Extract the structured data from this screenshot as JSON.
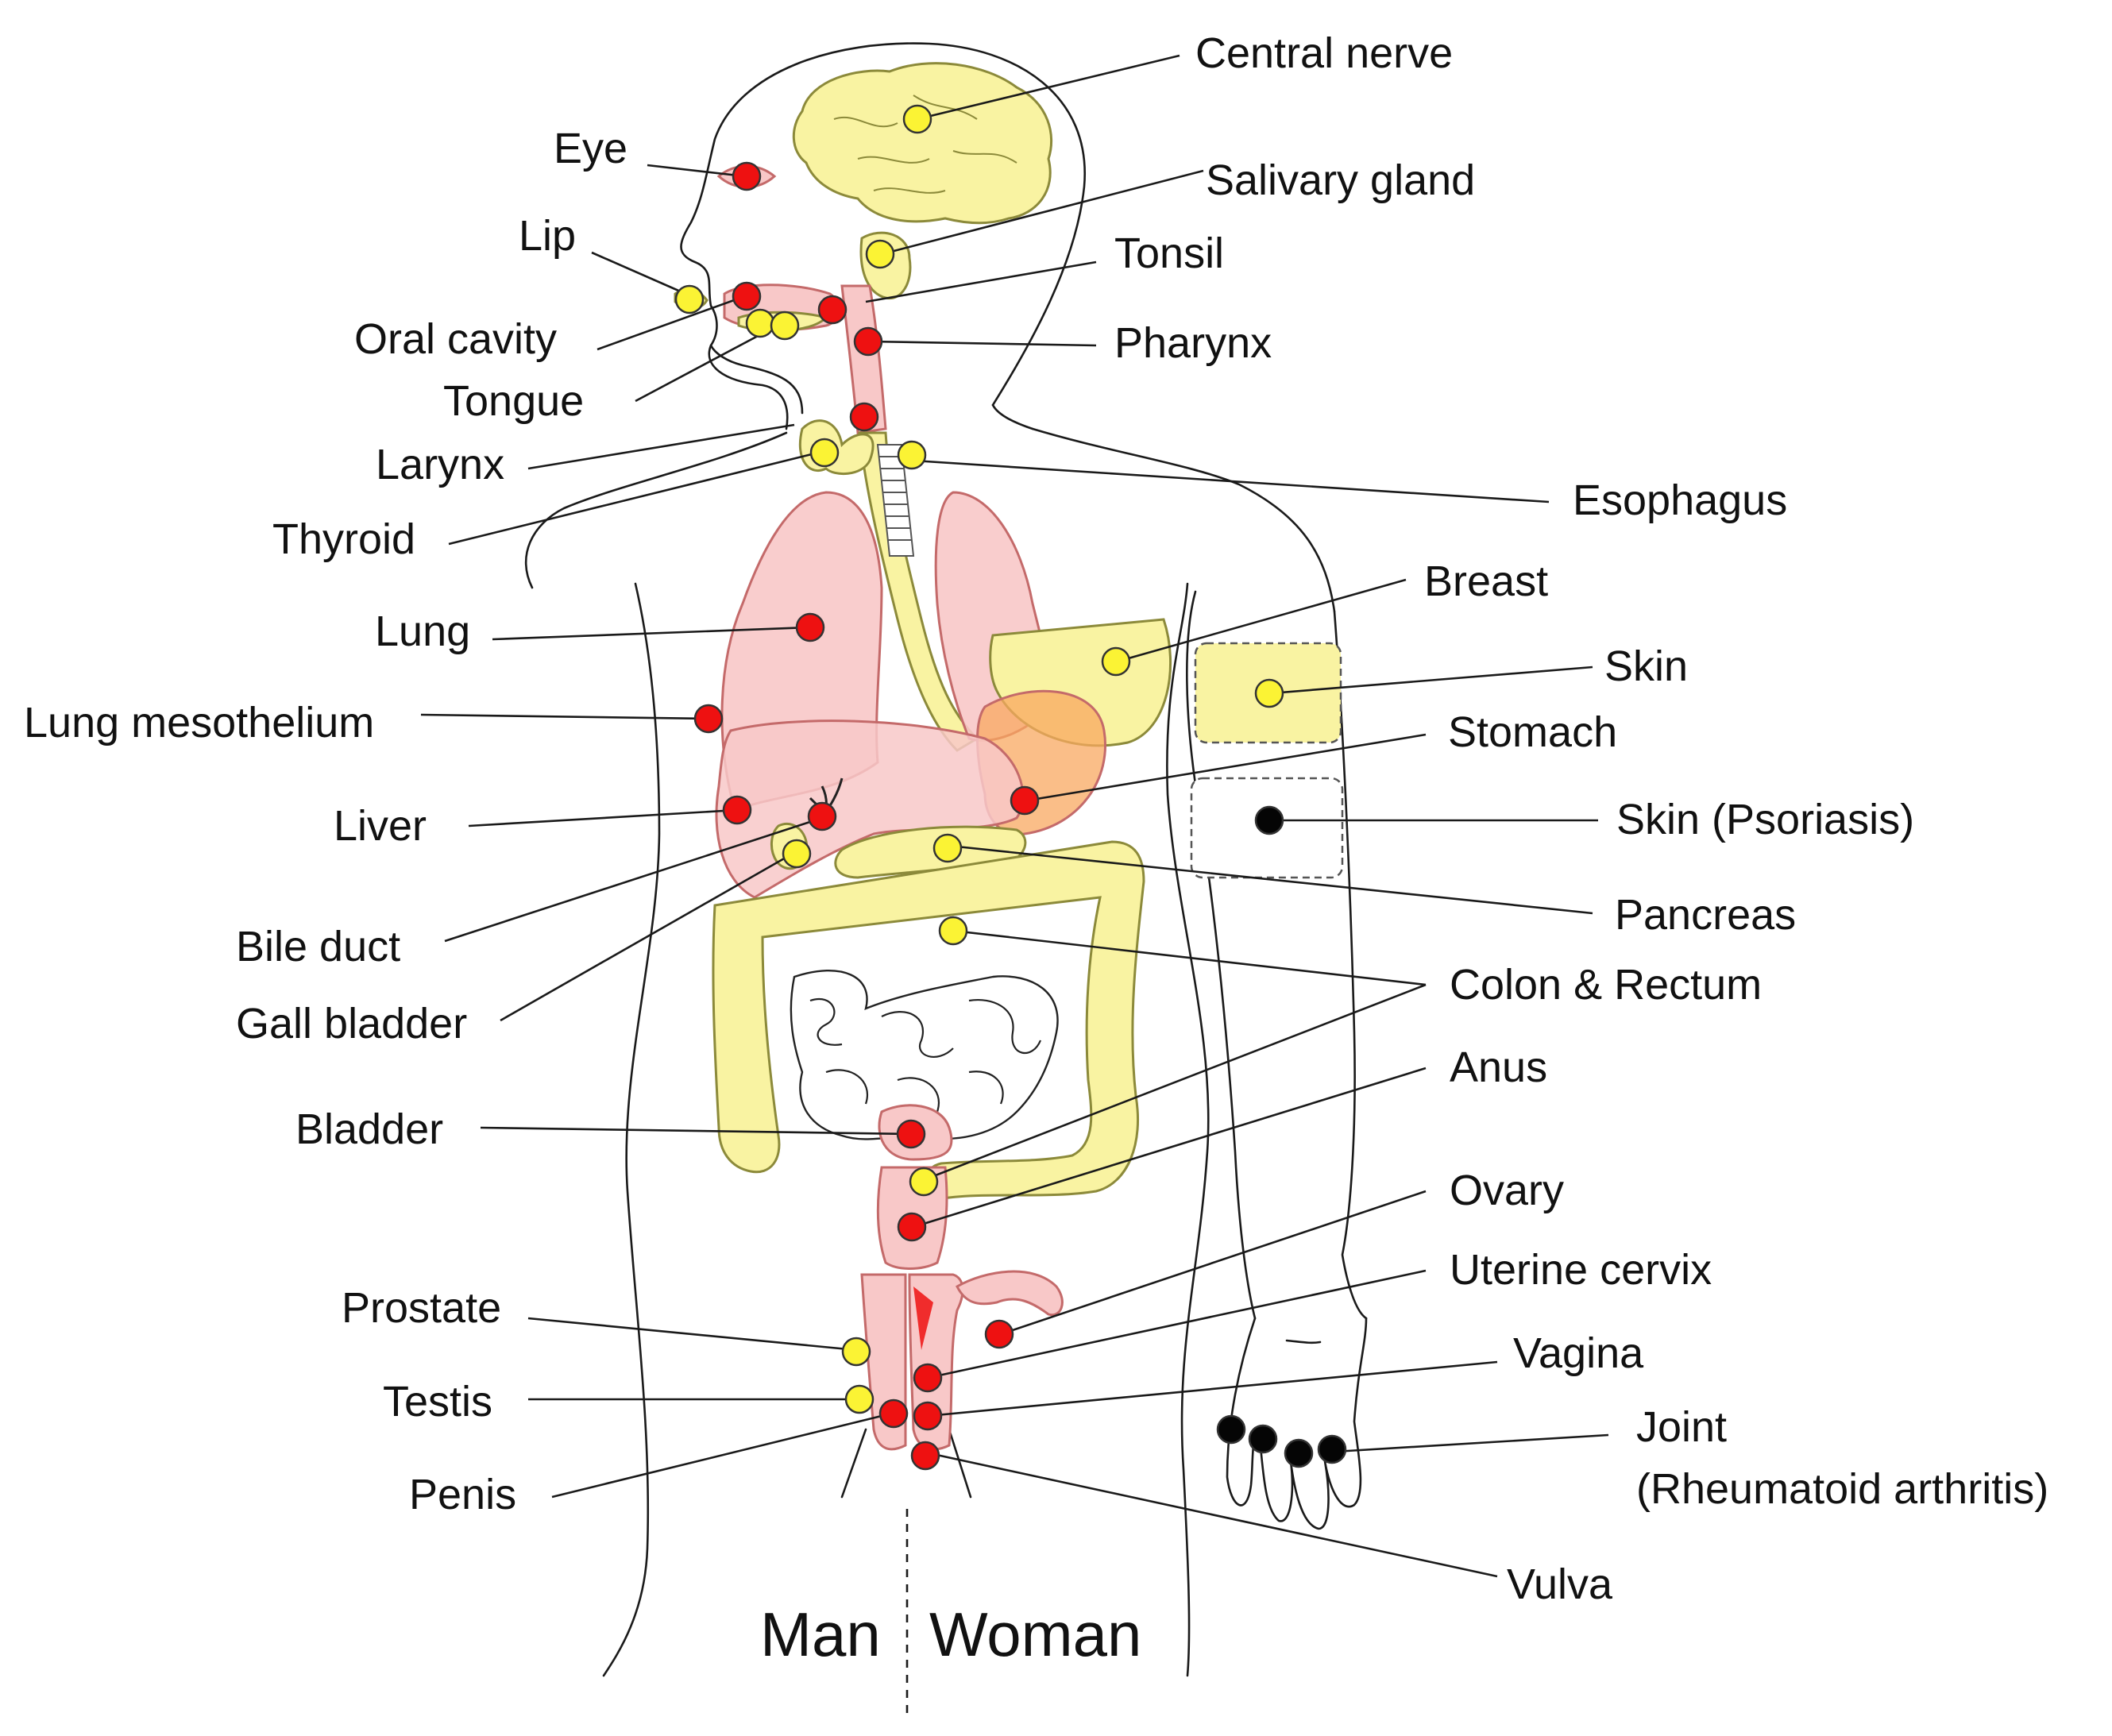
{
  "colors": {
    "malignant": "#ee1111",
    "benign": "#fbf334",
    "autoimmune": "#050505",
    "pink_fill": "#f8c8c8",
    "yellow_fill": "#f9f3a2",
    "orange_fill": "#f8a860"
  },
  "labels": {
    "central_nerve": "Central nerve",
    "eye": "Eye",
    "salivary_gland": "Salivary gland",
    "lip": "Lip",
    "tonsil": "Tonsil",
    "oral_cavity": "Oral cavity",
    "pharynx": "Pharynx",
    "tongue": "Tongue",
    "larynx": "Larynx",
    "esophagus": "Esophagus",
    "thyroid": "Thyroid",
    "breast": "Breast",
    "lung": "Lung",
    "skin": "Skin",
    "lung_mesothelium": "Lung mesothelium",
    "stomach": "Stomach",
    "liver": "Liver",
    "skin_psoriasis": "Skin (Psoriasis)",
    "pancreas": "Pancreas",
    "bile_duct": "Bile duct",
    "colon_rectum": "Colon &  Rectum",
    "gall_bladder": "Gall bladder",
    "anus": "Anus",
    "bladder": "Bladder",
    "ovary": "Ovary",
    "uterine_cervix": "Uterine cervix",
    "prostate": "Prostate",
    "vagina": "Vagina",
    "testis": "Testis",
    "joint_line1": "Joint",
    "joint_line2": "(Rheumatoid arthritis)",
    "penis": "Penis",
    "vulva": "Vulva",
    "man": "Man",
    "woman": "Woman"
  }
}
